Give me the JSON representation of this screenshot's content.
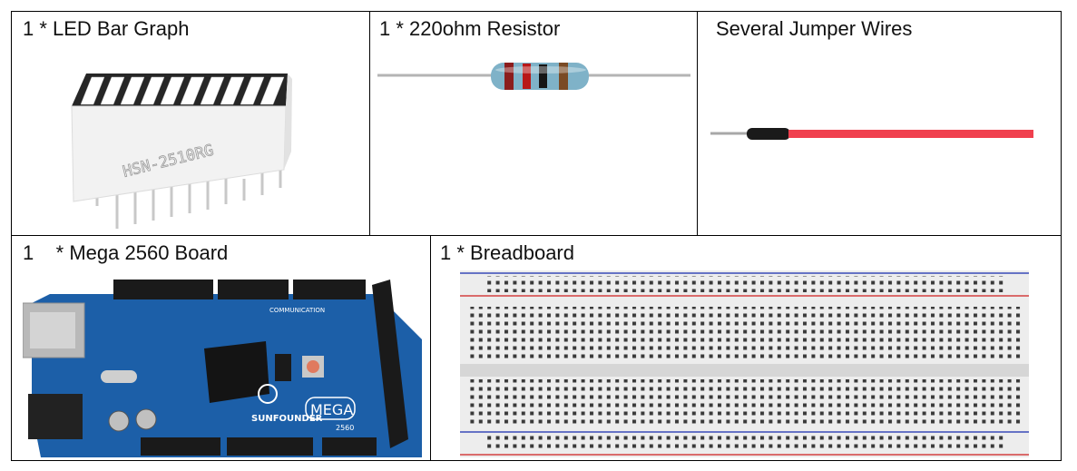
{
  "components": {
    "led_bar_graph": {
      "label": "1 * LED Bar Graph",
      "part_marking": "HSN-2510RG"
    },
    "resistor": {
      "label": "1 * 220ohm Resistor"
    },
    "jumper_wires": {
      "label": "Several Jumper Wires"
    },
    "mega_board": {
      "label": "1    * Mega 2560 Board",
      "brand": "SUNFOUNDER",
      "model": "MEGA",
      "model_number": "2560",
      "communication_label": "COMMUNICATION"
    },
    "breadboard": {
      "label": "1 * Breadboard"
    }
  },
  "colors": {
    "board_blue": "#1c5fa8",
    "led_segment": "#ffffff",
    "wire_red": "#f0404e",
    "resistor_body": "#7fb2c8"
  }
}
